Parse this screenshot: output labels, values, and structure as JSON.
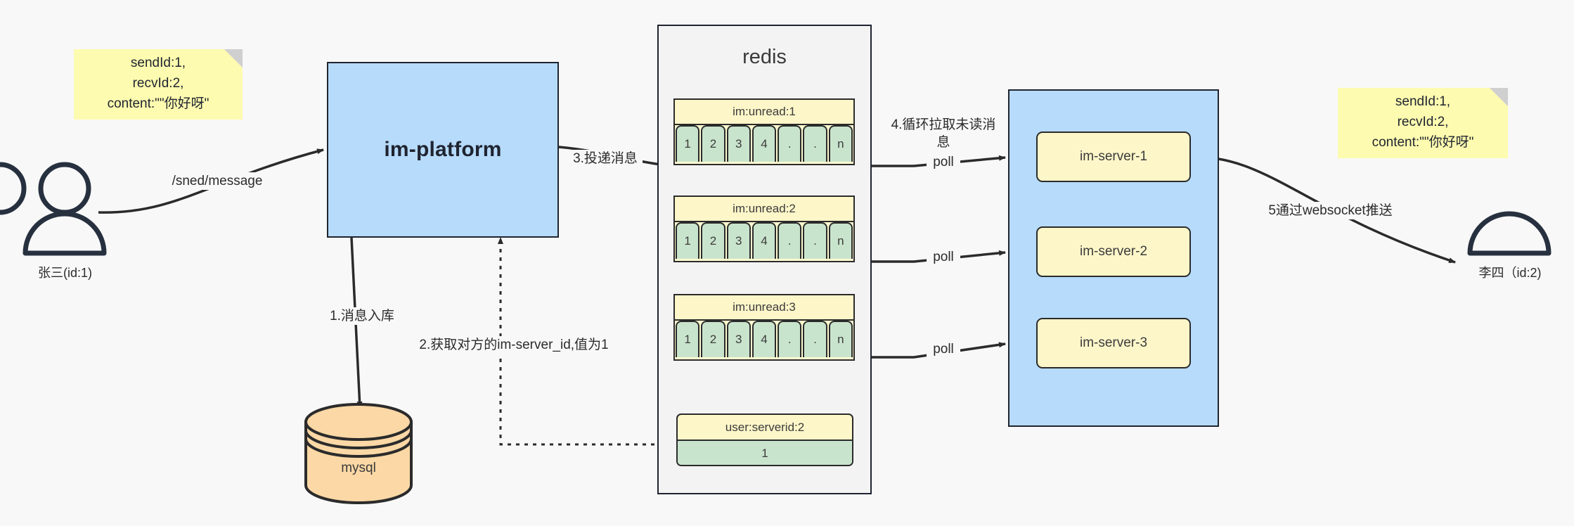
{
  "diagram": {
    "title": "IM message delivery architecture",
    "colors": {
      "note_yellow": "#fdfbaf",
      "box_blue": "#b7dbfb",
      "redis_gray": "#f3f3f3",
      "cell_green": "#c9e4cd",
      "key_yellow": "#fdf6c9",
      "db_orange": "#fbd8a5",
      "stroke_dark": "#1f2430",
      "background": "#f8f8f8"
    }
  },
  "notes": {
    "left": "sendId:1,\nrecvId:2,\ncontent:\"\"你好呀\"",
    "right": "sendId:1,\nrecvId:2,\ncontent:\"\"你好呀\""
  },
  "actors": {
    "sender": {
      "label": "张三(id:1)",
      "icon": "user-icon"
    },
    "receiver": {
      "label": "李四（id:2)",
      "icon": "user-icon"
    }
  },
  "nodes": {
    "platform": {
      "label": "im-platform"
    },
    "database": {
      "label": "mysql",
      "shape": "cylinder"
    },
    "redis": {
      "label": "redis"
    },
    "server_group": {
      "servers": [
        {
          "label": "im-server-1"
        },
        {
          "label": "im-server-2"
        },
        {
          "label": "im-server-3"
        }
      ]
    }
  },
  "redis_keys": {
    "lists": [
      {
        "key": "im:unread:1",
        "cells": [
          "1",
          "2",
          "3",
          "4",
          ".",
          ".",
          "n"
        ]
      },
      {
        "key": "im:unread:2",
        "cells": [
          "1",
          "2",
          "3",
          "4",
          ".",
          ".",
          "n"
        ]
      },
      {
        "key": "im:unread:3",
        "cells": [
          "1",
          "2",
          "3",
          "4",
          ".",
          ".",
          "n"
        ]
      }
    ],
    "string": {
      "key": "user:serverid:2",
      "value": "1"
    }
  },
  "edges": {
    "send_message": "/sned/message",
    "step1": "1.消息入库",
    "step2": "2.获取对方的im-server_id,值为1",
    "step3": "3.投递消息",
    "step4": "4.循环拉取未读消\n息",
    "poll1": "poll",
    "poll2": "poll",
    "poll3": "poll",
    "step5": "5通过websocket推送"
  }
}
